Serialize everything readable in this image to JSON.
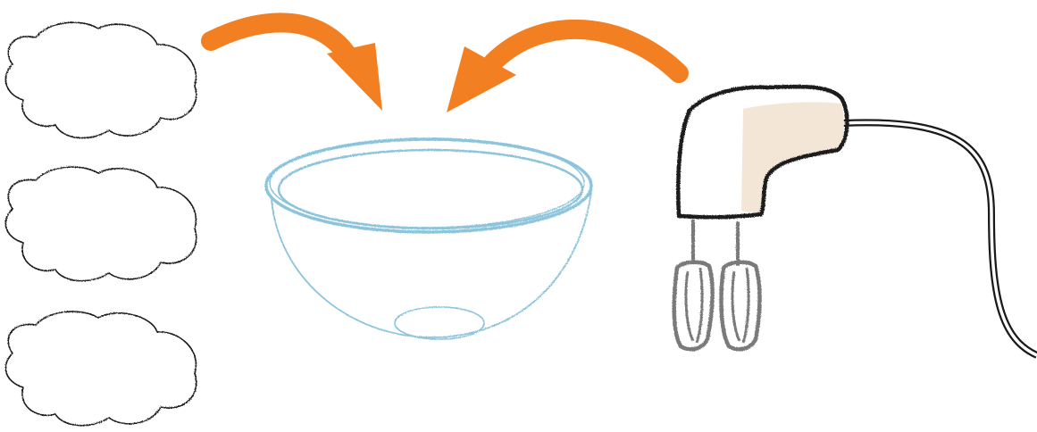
{
  "diagram": {
    "items": [
      {
        "id": "ingredient-1",
        "kind": "cloud-outline"
      },
      {
        "id": "ingredient-2",
        "kind": "cloud-outline"
      },
      {
        "id": "ingredient-3",
        "kind": "cloud-outline"
      },
      {
        "id": "bowl",
        "kind": "mixing-bowl"
      },
      {
        "id": "mixer",
        "kind": "hand-mixer"
      }
    ],
    "arrows": [
      {
        "from": "ingredient-1",
        "to": "bowl"
      },
      {
        "from": "mixer",
        "to": "bowl"
      }
    ]
  },
  "colors": {
    "arrow": "#f28023",
    "bowl": "#8cc4dc",
    "cloud": "#1a1a1a",
    "mixer_body": "#1a1a1a",
    "mixer_accent": "#f3e6d6",
    "beater": "#7a7a7a",
    "cord": "#1a1a1a"
  }
}
